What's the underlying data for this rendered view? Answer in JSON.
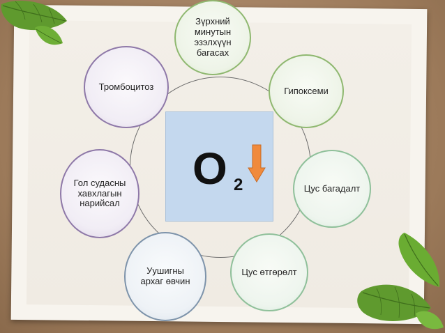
{
  "center": {
    "label_main": "O",
    "label_sub": "2",
    "arrow": "down-arrow"
  },
  "nodes": [
    {
      "id": "top",
      "label": "Зүрхний\nминутын\nэзэлхүүн\nбагасах"
    },
    {
      "id": "upper-right",
      "label": "Гипоксеми"
    },
    {
      "id": "right",
      "label": "Цус багадалт"
    },
    {
      "id": "lower-right",
      "label": "Цус өтгөрөлт"
    },
    {
      "id": "lower-left",
      "label": "Уушигны\nархаг өвчин"
    },
    {
      "id": "left",
      "label": "Гол судасны\nхавхлагын\nнарийсал"
    },
    {
      "id": "upper-left",
      "label": "Тромбоцитоз"
    }
  ],
  "colors": {
    "center_box": "#c4d8ee",
    "arrow": "#f08a3c",
    "green_border": "#8fb870",
    "purple_border": "#8e78a8",
    "blue_border": "#7d93aa"
  },
  "icons": [
    "leaf-icon",
    "down-arrow-icon"
  ]
}
